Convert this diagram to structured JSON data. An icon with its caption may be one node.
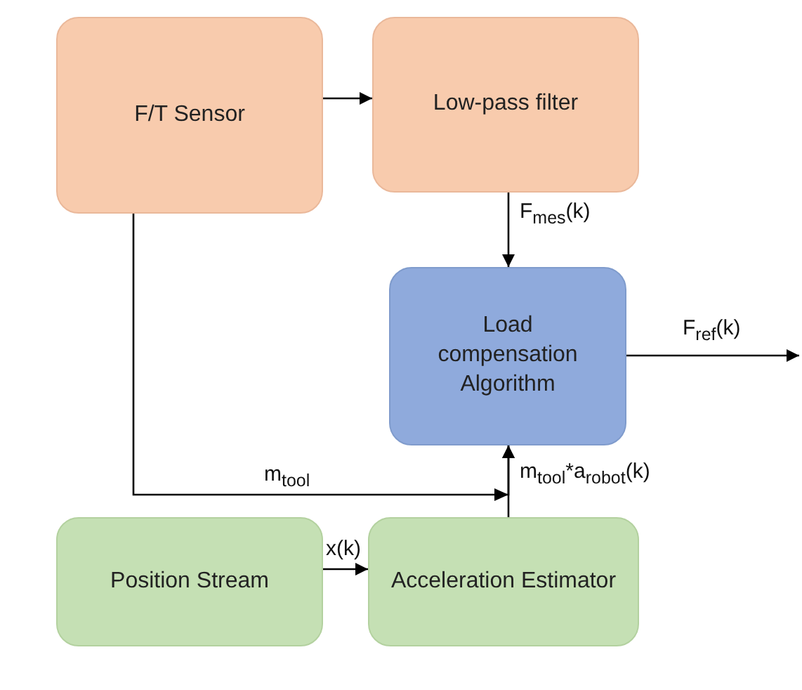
{
  "diagram": {
    "nodes": [
      {
        "text": [
          "F/T Sensor"
        ]
      },
      {
        "text": [
          "Low-pass filter"
        ]
      },
      {
        "text": [
          "Load compensation Algorithm"
        ]
      },
      {
        "text": [
          "Position Stream"
        ]
      },
      {
        "text": [
          "Acceleration Estimator"
        ]
      }
    ],
    "edges": [
      {
        "from": 0,
        "to": 1,
        "arrow": "to"
      },
      {
        "from": 1,
        "to": 2,
        "arrow": "to",
        "label": "F$_{mes}$(k)"
      },
      {
        "from": 2,
        "to": null,
        "arrow": "to",
        "label": "F$_{ref}$(k)"
      },
      {
        "from": 0,
        "to": 2,
        "arrow": "to",
        "label": "m$_{tool}$"
      },
      {
        "from": 4,
        "to": 2,
        "arrow": "to",
        "label": "m$_{tool}$*a$_{robot}$(k)"
      },
      {
        "from": 3,
        "to": 4,
        "arrow": "to",
        "label": "x(k)"
      }
    ]
  }
}
